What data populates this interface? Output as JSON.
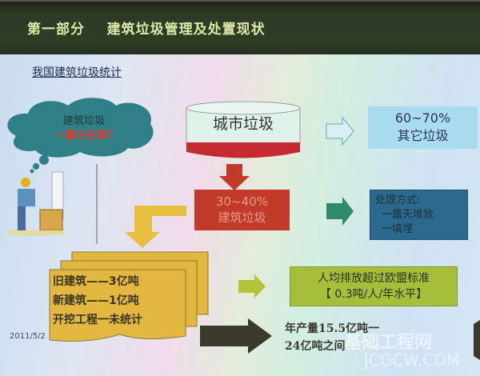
{
  "header": {
    "title": "第一部分    建筑垃圾管理及处置现状"
  },
  "subtitle": "我国建筑垃圾统计",
  "cloud": {
    "line1": "建筑垃圾",
    "line2": "一量与处理?"
  },
  "cylinder": {
    "label": "城市垃圾"
  },
  "other_waste": {
    "percent": "60~70%",
    "label": "其它垃圾"
  },
  "construction_waste": {
    "percent": "30~40%",
    "label": "建筑垃圾"
  },
  "treatment": {
    "title": "处理方式:",
    "items": [
      "一露天堆放",
      "一填埋"
    ]
  },
  "sources": [
    "旧建筑——3亿吨",
    "新建筑——1亿吨",
    "开挖工程一未统计"
  ],
  "per_capita": {
    "line1": "人均排放超过欧盟标准",
    "line2": "【 0.3吨/人/年水平】"
  },
  "production": {
    "line1": "年产量15.5亿吨一",
    "line2": "24亿吨之间"
  },
  "date": "2011/5/2",
  "watermark": {
    "cn": "基础工程网",
    "url": "JCGCW.COM"
  },
  "colors": {
    "header": "#2f3d25",
    "red": "#c23a2a",
    "teal": "#2f7f86",
    "blue": "#2b6a8c",
    "green": "#a6bf3a",
    "yellow": "#e8c040"
  }
}
